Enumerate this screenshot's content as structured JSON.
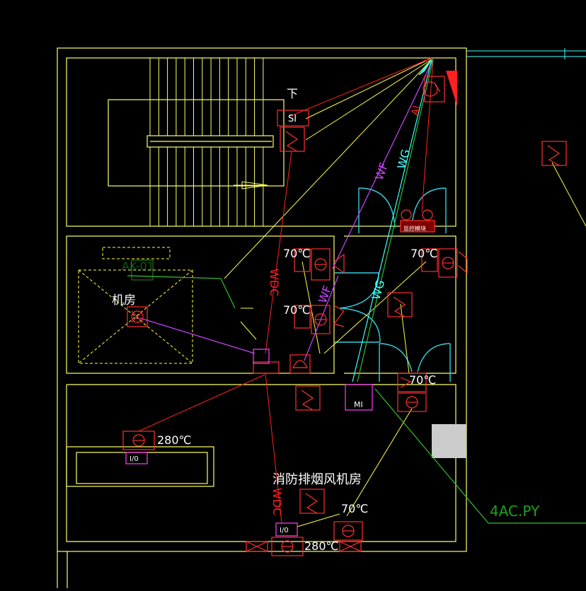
{
  "colors": {
    "background": "#000000",
    "wall": "#ffff66",
    "cable_red": "#ff2020",
    "device_red": "#ff3030",
    "line_yellow": "#ffff40",
    "line_magenta": "#cc44ff",
    "line_green": "#30c030",
    "line_cyan": "#40ffff",
    "door_cyan": "#30d0e0",
    "text_white": "#ffffff",
    "label_green": "#20a020",
    "magenta_box": "#ff40ff",
    "grey_block": "#cccccc"
  },
  "labels": {
    "down": "下",
    "si": "SI",
    "machine_room": "机房",
    "fire_fan_room": "消防排烟风机房",
    "temp_70": "70℃",
    "temp_280": "280℃",
    "wdc": "WDC",
    "wf": "WF",
    "wg": "WG",
    "mi": "MI",
    "io": "I/0",
    "ai": "AI",
    "faded_label": "AK-01",
    "panel_label": "监控模块",
    "ref_label": "4AC.PY"
  }
}
